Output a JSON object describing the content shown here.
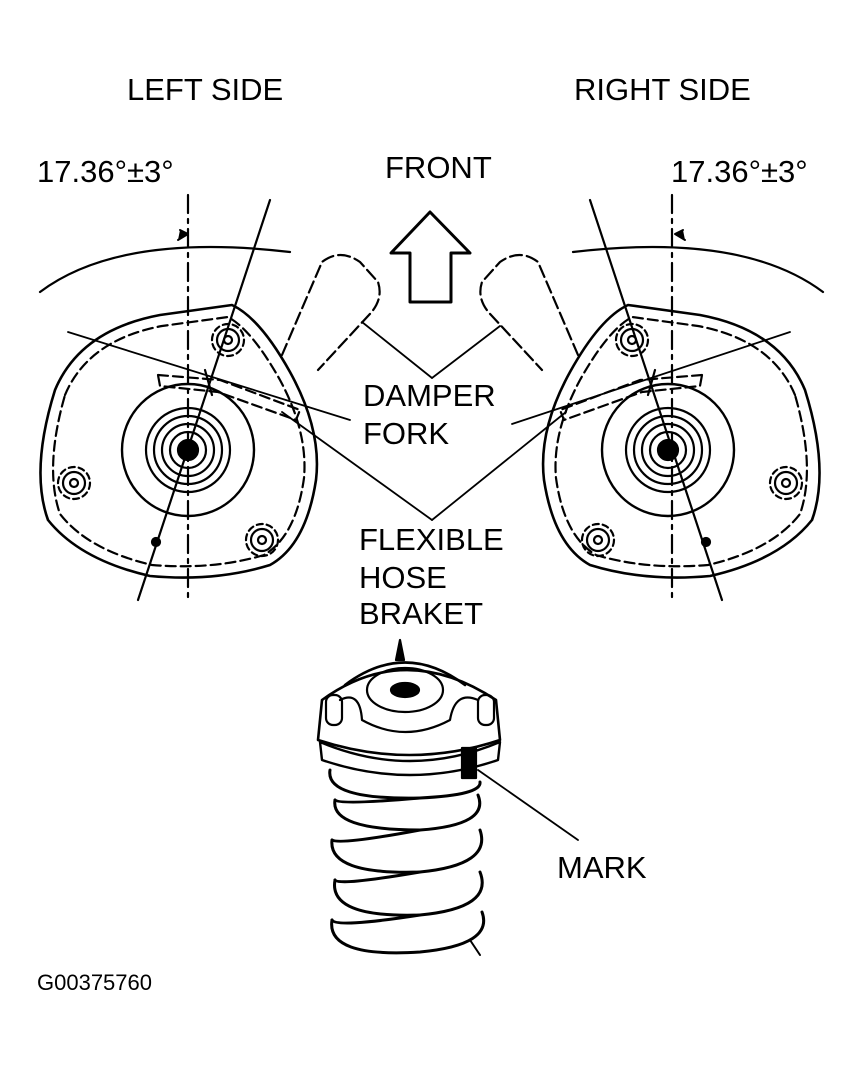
{
  "labels": {
    "left_side": "LEFT SIDE",
    "right_side": "RIGHT SIDE",
    "front": "FRONT",
    "angle_left": "17.36°±3°",
    "angle_right": "17.36°±3°",
    "damper": "DAMPER",
    "fork": "FORK",
    "flexible": "FLEXIBLE",
    "hose": "HOSE",
    "braket": "BRAKET",
    "mark": "MARK",
    "figure_id": "G00375760"
  },
  "colors": {
    "ink": "#000000",
    "paper": "#ffffff"
  }
}
